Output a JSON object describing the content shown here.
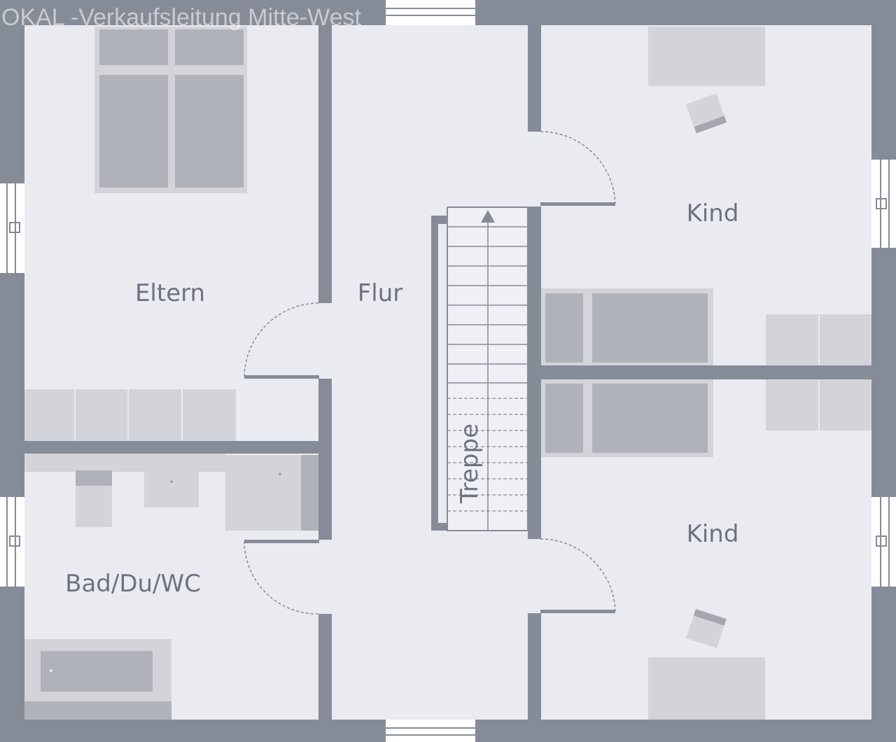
{
  "watermark": "OKAL -Verkaufsleitung Mitte-West",
  "rooms": {
    "eltern": "Eltern",
    "flur": "Flur",
    "kind_top": "Kind",
    "kind_bottom": "Kind",
    "bad": "Bad/Du/WC",
    "treppe": "Treppe"
  },
  "colors": {
    "wall": "#868b98",
    "floor": "#e9ebf0",
    "furniture_light": "#d2d4da",
    "furniture_mid": "#b0b2b9",
    "furniture_dark": "#a5a7af",
    "label": "#6e7280"
  },
  "icons": {
    "door_swing": "dashed-arc",
    "window": "double-line",
    "stair_direction": "arrow-up"
  }
}
